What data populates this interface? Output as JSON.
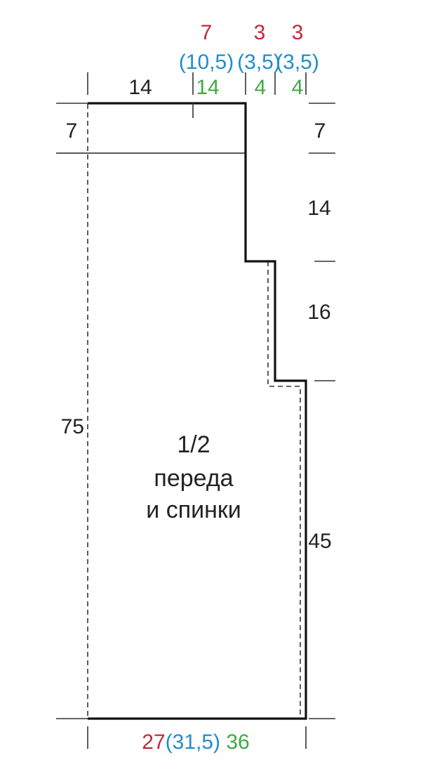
{
  "colors": {
    "size_1": "#c4283a",
    "size_2": "#1f8ec9",
    "size_3": "#3faa43",
    "neutral": "#222222",
    "outline": "#111111"
  },
  "top": {
    "size_1": [
      "7",
      "3",
      "3"
    ],
    "size_2": [
      "(10,5)",
      "(3,5)",
      "(3,5)"
    ],
    "left_width": "14",
    "size_3": [
      "14",
      "4",
      "4"
    ]
  },
  "left": {
    "shoulder": "7",
    "total_length": "75"
  },
  "right": {
    "shoulder": "7",
    "upper": "14",
    "armhole": "16",
    "side": "45"
  },
  "bottom": {
    "size_1": "27",
    "size_2": "(31,5)",
    "size_3": "36"
  },
  "piece_label": {
    "line1": "1/2",
    "line2": "переда",
    "line3": "и спинки"
  }
}
